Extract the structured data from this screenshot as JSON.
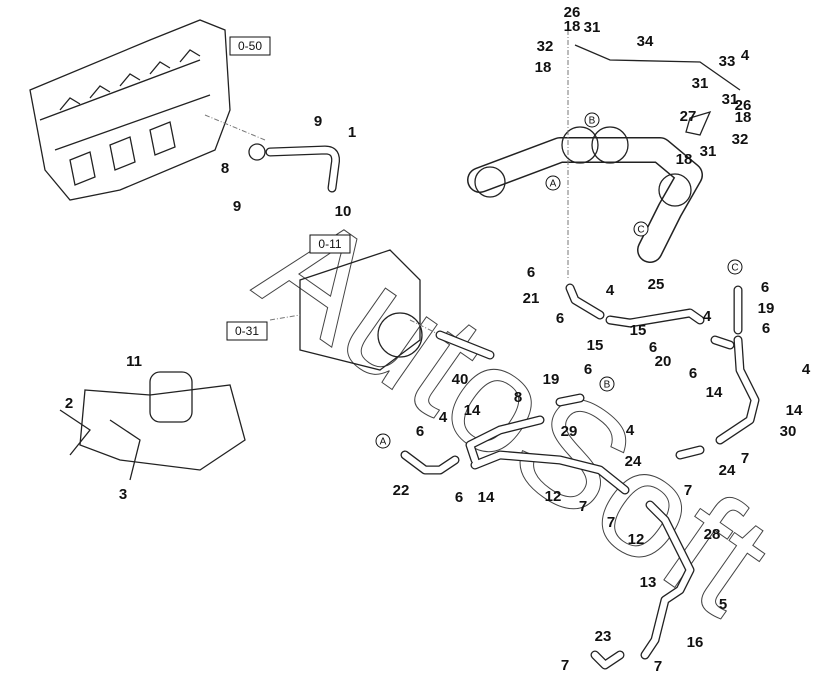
{
  "diagram": {
    "watermark": "AutoSoft",
    "reference_boxes": [
      "0-50",
      "0-11",
      "0-31"
    ],
    "connection_markers": [
      "A",
      "A",
      "B",
      "B",
      "C",
      "C"
    ],
    "callouts": [
      "26",
      "18",
      "31",
      "32",
      "34",
      "18",
      "33",
      "4",
      "31",
      "31",
      "26",
      "18",
      "27",
      "32",
      "31",
      "18",
      "9",
      "1",
      "8",
      "9",
      "10",
      "6",
      "21",
      "6",
      "4",
      "25",
      "4",
      "15",
      "15",
      "6",
      "20",
      "6",
      "6",
      "19",
      "6",
      "14",
      "4",
      "14",
      "30",
      "40",
      "19",
      "6",
      "8",
      "14",
      "4",
      "29",
      "4",
      "6",
      "24",
      "22",
      "6",
      "14",
      "12",
      "7",
      "7",
      "24",
      "7",
      "7",
      "12",
      "28",
      "13",
      "5",
      "16",
      "23",
      "7",
      "7",
      "11",
      "2",
      "3"
    ]
  }
}
